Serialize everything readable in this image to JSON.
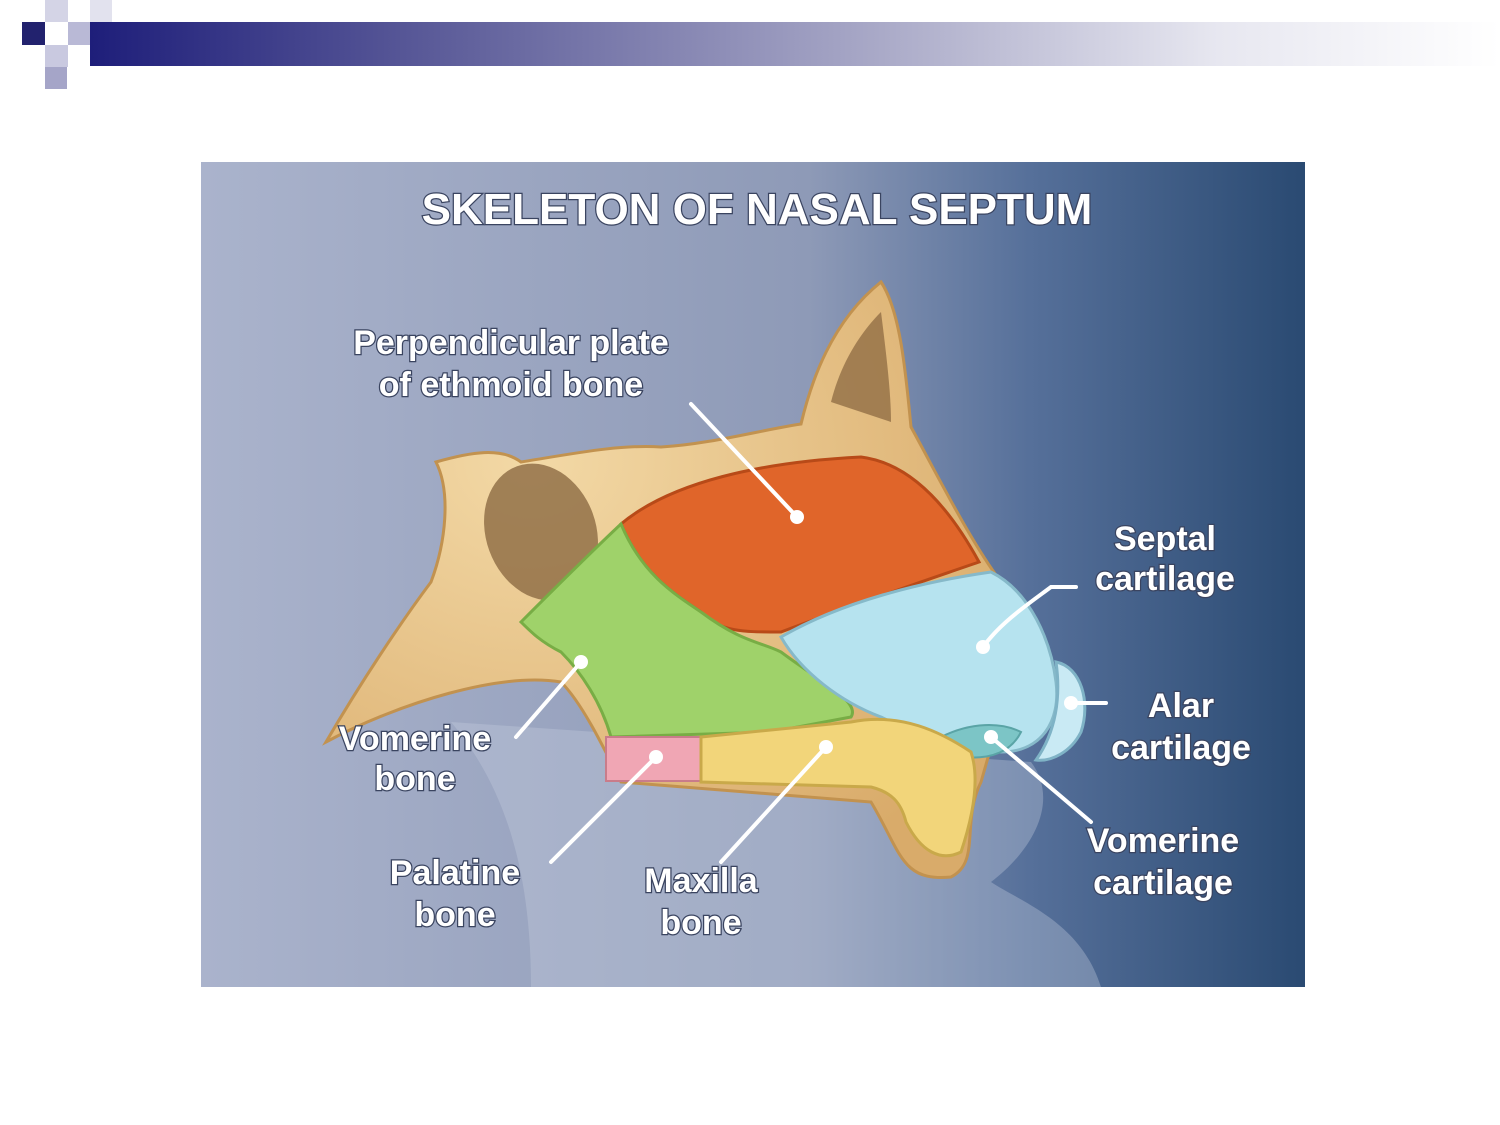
{
  "slide": {
    "accent_colors": {
      "bar_dark": "#1e1e7a",
      "square_dark": "#22226e",
      "square_light": "#b9b9d6"
    }
  },
  "diagram": {
    "title": "SKELETON OF NASAL SEPTUM",
    "labels": {
      "perpendicular_plate_line1": "Perpendicular plate",
      "perpendicular_plate_line2": "of ethmoid bone",
      "septal_line1": "Septal",
      "septal_line2": "cartilage",
      "alar_line1": "Alar",
      "alar_line2": "cartilage",
      "vomerine_bone_line1": "Vomerine",
      "vomerine_bone_line2": "bone",
      "palatine_line1": "Palatine",
      "palatine_line2": "bone",
      "maxilla_line1": "Maxilla",
      "maxilla_line2": "bone",
      "vomerine_cartilage_line1": "Vomerine",
      "vomerine_cartilage_line2": "cartilage"
    },
    "region_colors": {
      "perpendicular_plate": "#e0652a",
      "septal_cartilage": "#b6e3ef",
      "alar_cartilage": "#c9eaf4",
      "vomer": "#9fd26a",
      "palatine": "#f0a6b4",
      "maxilla": "#f2d57a",
      "bone_tan": "#e8c58c"
    }
  }
}
